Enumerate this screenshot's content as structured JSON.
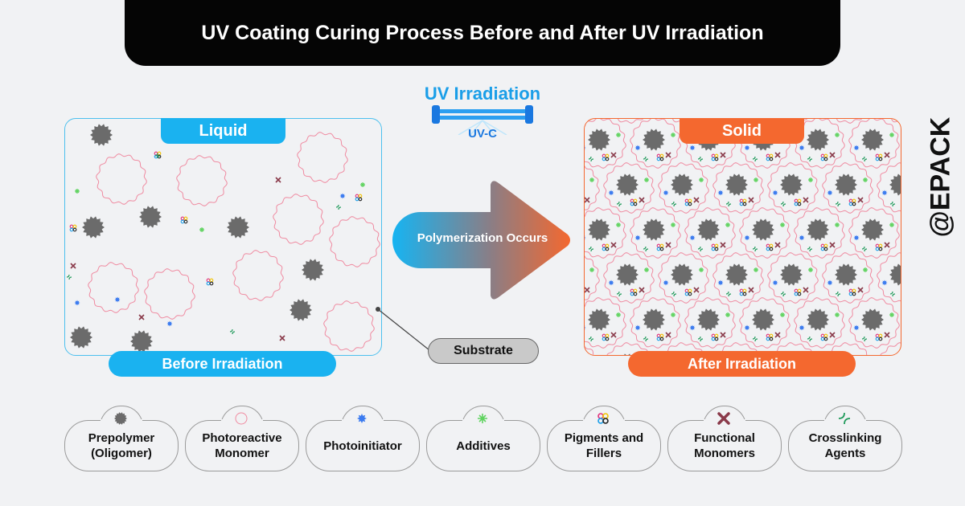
{
  "title": "UV Coating Curing Process Before and After UV Irradiation",
  "uv": {
    "label": "UV Irradiation",
    "type": "UV-C"
  },
  "left": {
    "tab": "Liquid",
    "footer": "Before Irradiation"
  },
  "right": {
    "tab": "Solid",
    "footer": "After Irradiation"
  },
  "arrow_label": "Polymerization Occurs",
  "substrate_label": "Substrate",
  "watermark": "@EPACK",
  "colors": {
    "blue": "#1ab2f0",
    "orange": "#f4682f",
    "prepolymer": "#6b6b6b",
    "monomer": "#f08aa0",
    "photoinitiator": "#3b7bf0",
    "additive": "#5fd35f",
    "functional": "#8a3a4a",
    "crosslink": "#1f9a5a"
  },
  "legend": [
    {
      "icon": "prepolymer-icon",
      "l1": "Prepolymer",
      "l2": "(Oligomer)"
    },
    {
      "icon": "monomer-icon",
      "l1": "Photoreactive",
      "l2": "Monomer"
    },
    {
      "icon": "photoinitiator-icon",
      "l1": "Photoinitiator",
      "l2": ""
    },
    {
      "icon": "additive-icon",
      "l1": "Additives",
      "l2": ""
    },
    {
      "icon": "pigment-icon",
      "l1": "Pigments and",
      "l2": "Fillers"
    },
    {
      "icon": "functional-monomer-icon",
      "l1": "Functional",
      "l2": "Monomers"
    },
    {
      "icon": "crosslink-icon",
      "l1": "Crosslinking",
      "l2": "Agents"
    }
  ]
}
